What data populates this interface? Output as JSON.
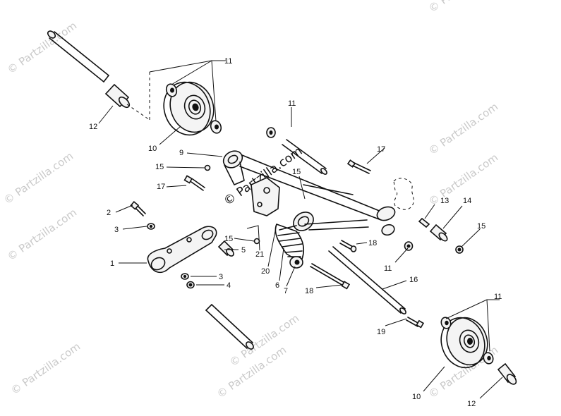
{
  "callouts": {
    "c1": "1",
    "c2": "2",
    "c3a": "3",
    "c3b": "3",
    "c4": "4",
    "c5": "5",
    "c6": "6",
    "c7": "7",
    "c9": "9",
    "c10a": "10",
    "c10b": "10",
    "c11a": "11",
    "c11b": "11",
    "c11c": "11",
    "c11d": "11",
    "c12a": "12",
    "c12b": "12",
    "c13": "13",
    "c14": "14",
    "c15a": "15",
    "c15b": "15",
    "c15c": "15",
    "c15d": "15",
    "c16": "16",
    "c17a": "17",
    "c17b": "17",
    "c18a": "18",
    "c18b": "18",
    "c19": "19",
    "c20": "20",
    "c21": "21"
  },
  "watermarks": {
    "main": "© Partzilla.com",
    "tl": "© Partzilla.com",
    "tr": "© Partzilla.com",
    "ml": "© Partzilla.com",
    "mr": "© Partzilla.com",
    "bl": "© Partzilla.com",
    "bc": "© Partzilla.com",
    "br": "© Partzilla.com"
  },
  "colors": {
    "line": "#111111",
    "watermark": "#b8b8b8",
    "background": "#ffffff"
  }
}
